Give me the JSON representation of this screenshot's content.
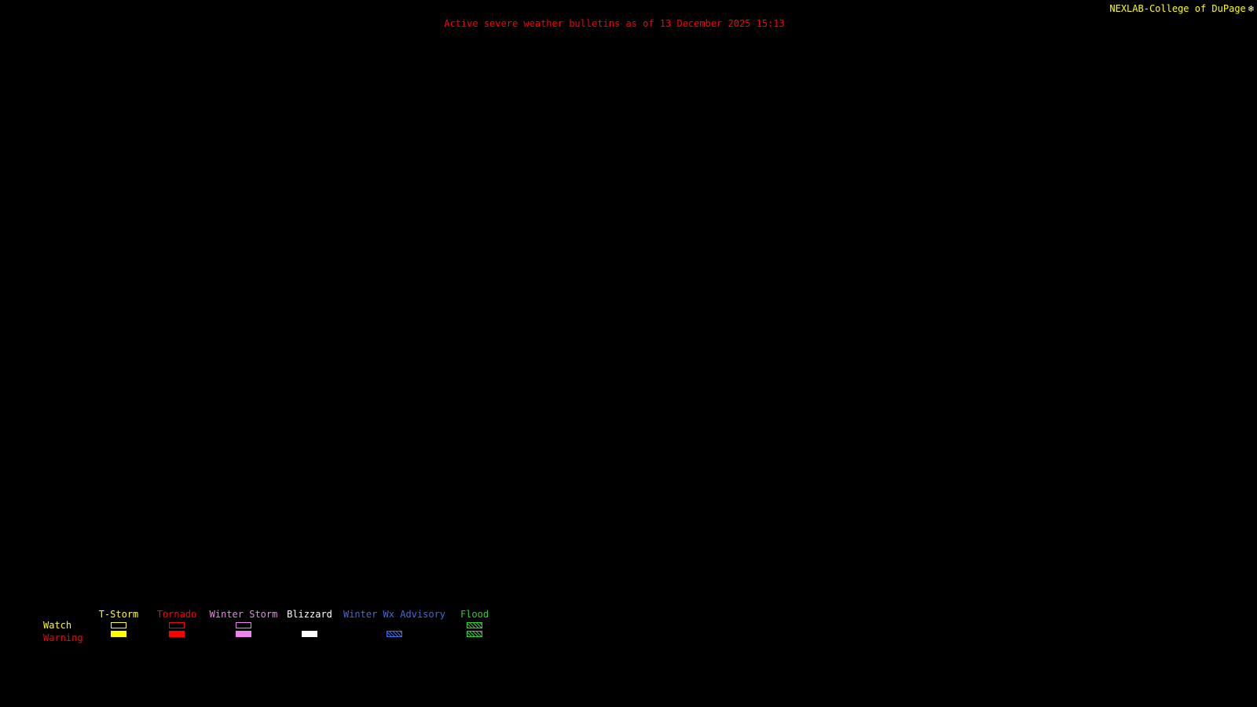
{
  "header": {
    "branding": "NEXLAB-College of DuPage",
    "branding_color": "#ffff00",
    "logo_icon": "❄",
    "title": "Active severe weather bulletins as of 13 December 2025 15:13",
    "title_color": "#ff0000"
  },
  "map": {
    "background_color": "#000000"
  },
  "legend": {
    "rows": [
      {
        "label": "Watch",
        "color": "#ffff00"
      },
      {
        "label": "Warning",
        "color": "#ff0000"
      }
    ],
    "columns": [
      {
        "label": "T-Storm",
        "color": "#ffff00",
        "watch_style": "outline",
        "warning_style": "fill"
      },
      {
        "label": "Tornado",
        "color": "#ff0000",
        "watch_style": "outline",
        "warning_style": "fill"
      },
      {
        "label": "Winter Storm",
        "color": "#ee82ee",
        "watch_style": "outline",
        "warning_style": "fill"
      },
      {
        "label": "Blizzard",
        "color": "#ffffff",
        "watch_style": "none",
        "warning_style": "fill"
      },
      {
        "label": "Winter Wx Advisory",
        "color": "#4169e1",
        "watch_style": "none",
        "warning_style": "hatch"
      },
      {
        "label": "Flood",
        "color": "#32cd32",
        "watch_style": "hatch",
        "warning_style": "hatch"
      }
    ]
  }
}
